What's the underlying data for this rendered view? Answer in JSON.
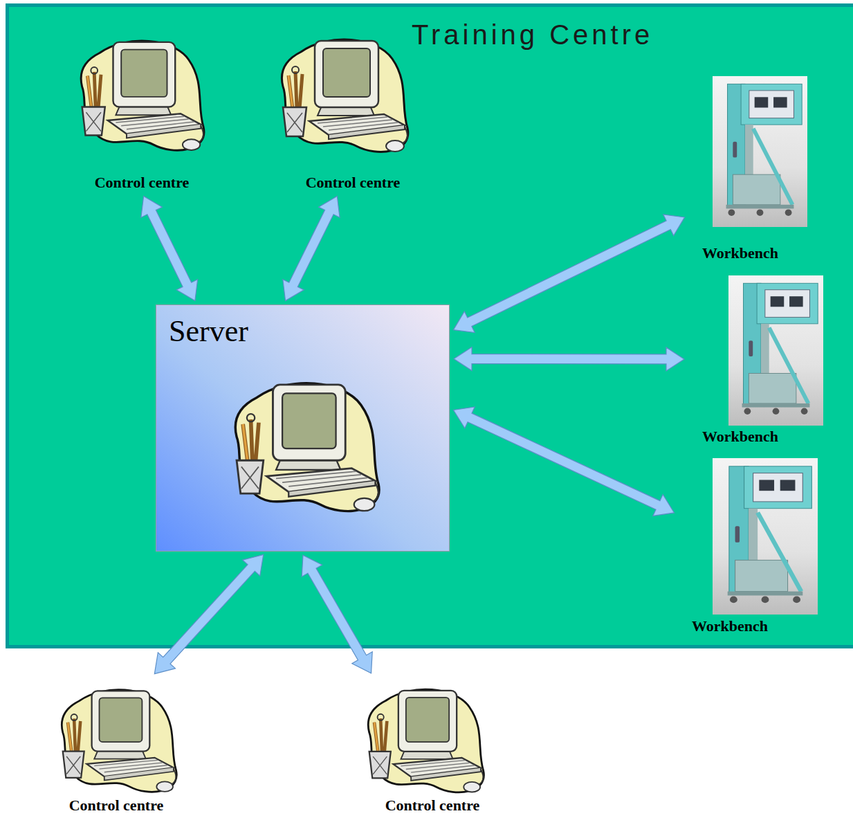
{
  "diagram": {
    "nodes": [
      {
        "text": [
          "Training Centre"
        ]
      },
      {
        "text": [
          "Server"
        ],
        "in": 0
      },
      {
        "text": [
          "Control centre"
        ],
        "in": 0
      },
      {
        "text": [
          "Control centre"
        ],
        "in": 0
      },
      {
        "text": [
          "Workbench"
        ],
        "in": 0
      },
      {
        "text": [
          "Workbench"
        ],
        "in": 0
      },
      {
        "text": [
          "Workbench"
        ],
        "in": 0
      },
      {
        "text": [
          "Control centre"
        ]
      },
      {
        "text": [
          "Control centre"
        ]
      }
    ],
    "edges": [
      {
        "from": 1,
        "to": 2,
        "arrow": "both"
      },
      {
        "from": 1,
        "to": 3,
        "arrow": "both"
      },
      {
        "from": 1,
        "to": 4,
        "arrow": "both"
      },
      {
        "from": 1,
        "to": 5,
        "arrow": "both"
      },
      {
        "from": 1,
        "to": 6,
        "arrow": "both"
      },
      {
        "from": 1,
        "to": 7,
        "arrow": "both"
      },
      {
        "from": 1,
        "to": 8,
        "arrow": "both"
      }
    ]
  }
}
